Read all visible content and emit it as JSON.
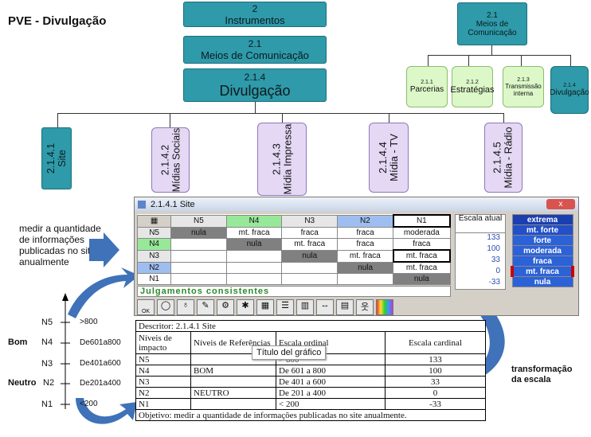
{
  "page_title": "PVE - Divulgação",
  "top_boxes": [
    {
      "num": "2",
      "label": "Instrumentos"
    },
    {
      "num": "2.1",
      "label": "Meios de Comunicação"
    },
    {
      "num": "2.1.4",
      "label": "Divulgação"
    }
  ],
  "right_parent": {
    "num": "2.1",
    "label": "Meios de Comunicação"
  },
  "right_children": [
    {
      "num": "2.1.1",
      "label": "Parcerias"
    },
    {
      "num": "2.1.2",
      "label": "Estratégias"
    },
    {
      "num": "2.1.3",
      "label": "Transmissão interna"
    },
    {
      "num": "2.1.4",
      "label": "Divulgação"
    }
  ],
  "nodes": [
    {
      "num": "2.1.4.1",
      "label": "Site"
    },
    {
      "num": "2.1.4.2",
      "label": "Mídias Sociais"
    },
    {
      "num": "2.1.4.3",
      "label": "Mídia Impressa"
    },
    {
      "num": "2.1.4.4",
      "label": "Mídia - TV"
    },
    {
      "num": "2.1.4.5",
      "label": "Mídia - Rádio"
    }
  ],
  "note": "medir a quantidade de informações publicadas no site anualmente",
  "window": {
    "title": "2.1.4.1 Site",
    "close": "x",
    "col_headers": [
      "N5",
      "N4",
      "N3",
      "N2",
      "N1"
    ],
    "scale_header": "Escala atual",
    "rows": [
      {
        "label": "N5",
        "cells": [
          "nula",
          "mt. fraca",
          "fraca",
          "fraca",
          "moderada"
        ],
        "value": "133"
      },
      {
        "label": "N4",
        "cells": [
          "",
          "nula",
          "mt. fraca",
          "fraca",
          "fraca"
        ],
        "value": "100"
      },
      {
        "label": "N3",
        "cells": [
          "",
          "",
          "nula",
          "mt. fraca",
          "mt. fraca"
        ],
        "value": "33"
      },
      {
        "label": "N2",
        "cells": [
          "",
          "",
          "",
          "nula",
          "mt. fraca"
        ],
        "value": "0"
      },
      {
        "label": "N1",
        "cells": [
          "",
          "",
          "",
          "",
          "nula"
        ],
        "value": "-33"
      }
    ],
    "scale_options": [
      "extrema",
      "mt. forte",
      "forte",
      "moderada",
      "fraca",
      "mt. fraca",
      "nula"
    ],
    "status": "Julgamentos consistentes",
    "ok_label": "OK"
  },
  "axis": [
    {
      "level": "N5",
      "range": ">800",
      "tag": ""
    },
    {
      "level": "N4",
      "range": "De601a800",
      "tag": "Bom"
    },
    {
      "level": "N3",
      "range": "De401a600",
      "tag": ""
    },
    {
      "level": "N2",
      "range": "De201a400",
      "tag": "Neutro"
    },
    {
      "level": "N1",
      "range": "<200",
      "tag": ""
    }
  ],
  "descriptor": {
    "title": "Descritor: 2.1.4.1  Site",
    "headers": [
      "Níveis de impacto",
      "Níveis de Referências",
      "Escala ordinal",
      "Escala cardinal"
    ],
    "rows": [
      [
        "N5",
        "",
        "> 800",
        "133"
      ],
      [
        "N4",
        "BOM",
        "De 601 a 800",
        "100"
      ],
      [
        "N3",
        "",
        "De 401 a 600",
        "33"
      ],
      [
        "N2",
        "NEUTRO",
        "De 201 a 400",
        "0"
      ],
      [
        "N1",
        "",
        "< 200",
        "-33"
      ]
    ],
    "objective": "Objetivo: medir a quantidade de informações publicadas no site anualmente."
  },
  "tooltip": "Título del gráfico",
  "transform_label": "transformação da escala",
  "colors": {
    "teal": "#2e9aaa",
    "lilac": "#e4d8f4",
    "green": "#dcf7c8",
    "arrow": "#3f72b8"
  }
}
